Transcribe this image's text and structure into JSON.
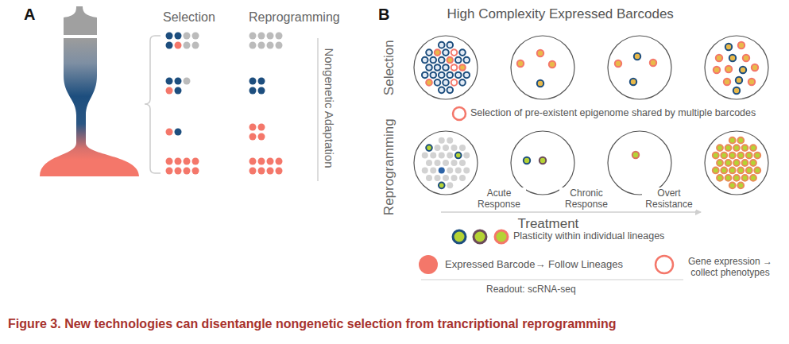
{
  "diagram": {
    "caption": "Figure 3. New technologies can disentangle nongenetic selection from trancriptional reprogramming",
    "labels": [
      "A",
      "Selection",
      "Reprogramming",
      "Nongenetic Adaptation",
      "B",
      "High Complexity Expressed Barcodes",
      "Selection",
      "Reprogramming",
      "Acute Response",
      "Chronic Response",
      "Overt Resistance",
      "Treatment",
      "Readout: scRNA-seq"
    ],
    "legend": [
      {
        "text": "Selection of pre-existent epigenome shared by multiple barcodes"
      },
      {
        "text": "Plasticity within individual lineages"
      },
      {
        "text": "Expressed Barcode→ Follow Lineages",
        "color": "#f4776a"
      },
      {
        "text": "Gene expression → collect phenotypes"
      }
    ]
  }
}
